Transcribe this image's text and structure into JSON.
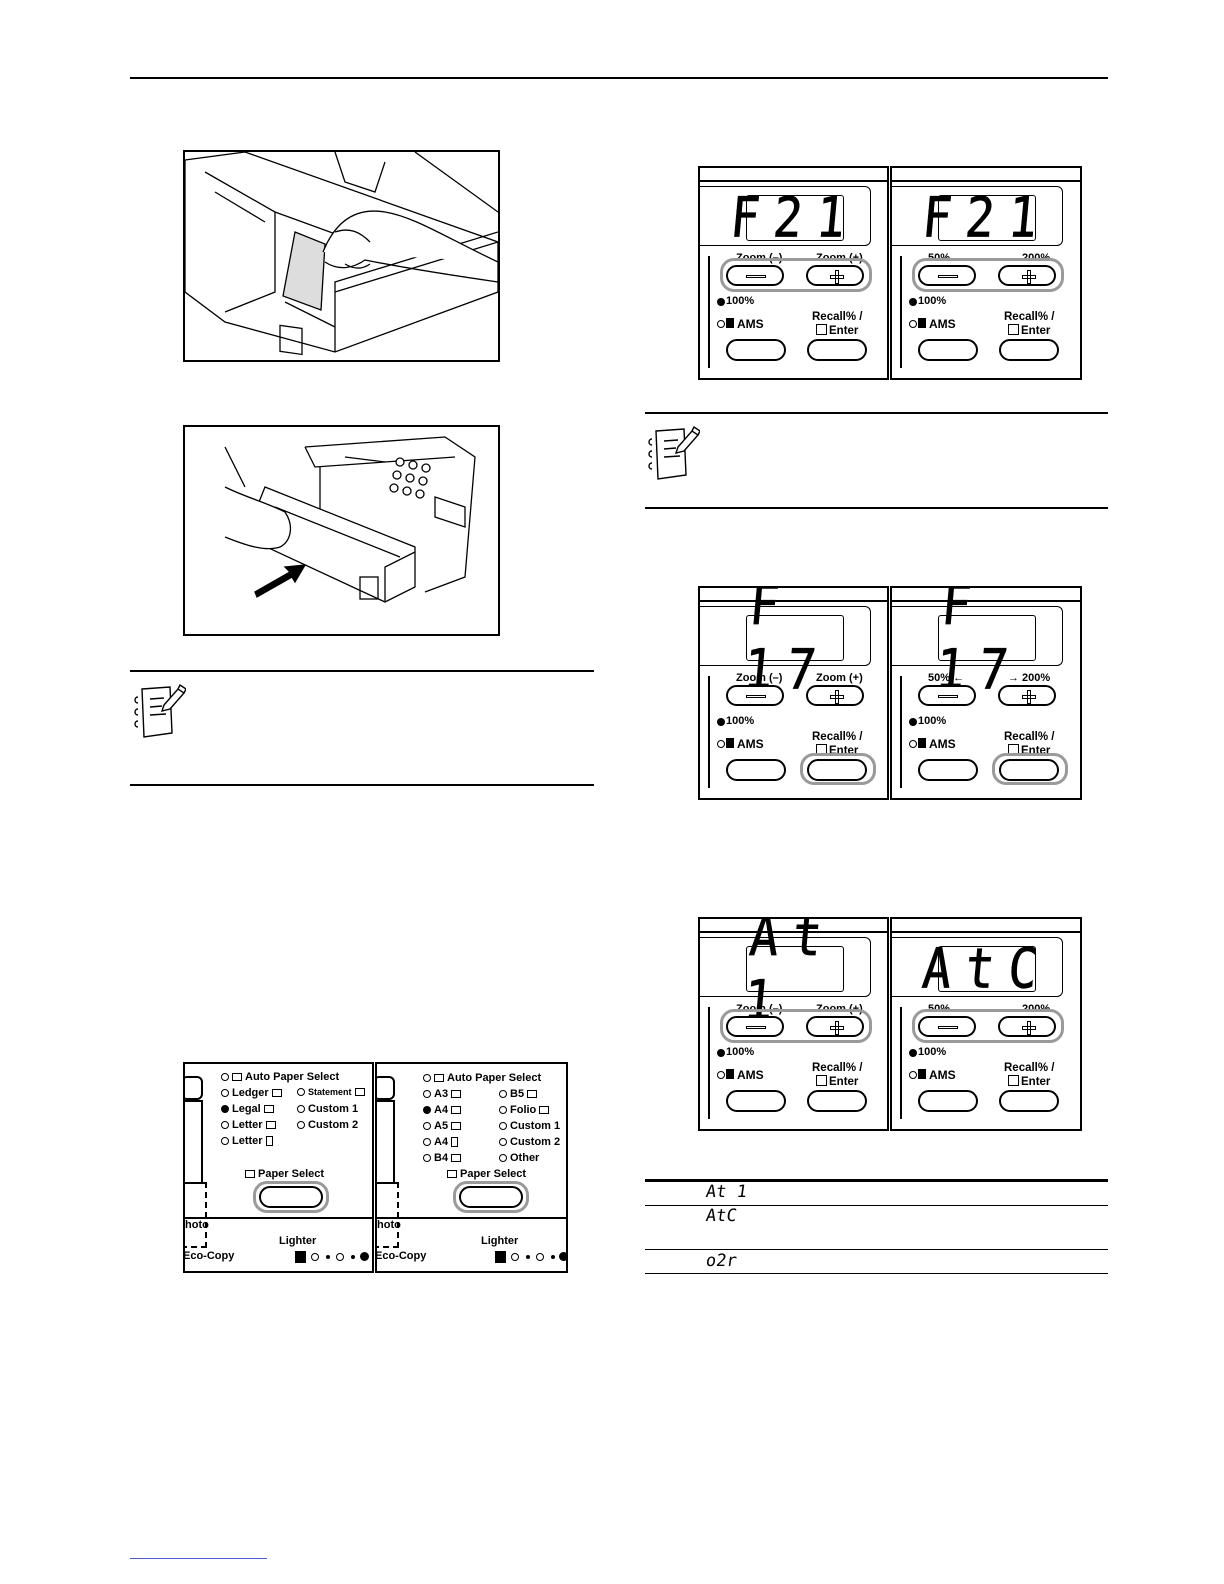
{
  "panels_f21": {
    "left": {
      "display": "F21",
      "zoom_minus": "Zoom (–)",
      "zoom_plus": "Zoom (+)",
      "preset": "100%",
      "ams": "AMS",
      "recall": "Recall% /",
      "enter": "Enter"
    },
    "right": {
      "display": "F21",
      "zoom_minus": "50% ←",
      "zoom_plus": "→ 200%",
      "preset": "100%",
      "ams": "AMS",
      "recall": "Recall% /",
      "enter": "Enter"
    }
  },
  "panels_f17": {
    "left": {
      "display": "F 17",
      "zoom_minus": "Zoom (–)",
      "zoom_plus": "Zoom (+)",
      "preset": "100%",
      "ams": "AMS",
      "recall": "Recall% /",
      "enter": "Enter"
    },
    "right": {
      "display": "F 17",
      "zoom_minus": "50% ←",
      "zoom_plus": "→ 200%",
      "preset": "100%",
      "ams": "AMS",
      "recall": "Recall% /",
      "enter": "Enter"
    }
  },
  "panels_at": {
    "left": {
      "display": "At 1",
      "zoom_minus": "Zoom (–)",
      "zoom_plus": "Zoom (+)",
      "preset": "100%",
      "ams": "AMS",
      "recall": "Recall% /",
      "enter": "Enter"
    },
    "right": {
      "display": "AtC",
      "zoom_minus": "50% ←",
      "zoom_plus": "→ 200%",
      "preset": "100%",
      "ams": "AMS",
      "recall": "Recall% /",
      "enter": "Enter"
    }
  },
  "paper_select": {
    "inch": {
      "auto": "Auto Paper Select",
      "items": [
        "Ledger",
        "Legal",
        "Letter",
        "Letter"
      ],
      "items_right": [
        "Statement",
        "Custom 1",
        "Custom 2"
      ],
      "button": "Paper Select",
      "photo": "hoto",
      "lighter": "Lighter",
      "eco": "Eco-Copy"
    },
    "metric": {
      "auto": "Auto Paper Select",
      "items": [
        "A3",
        "A4",
        "A5",
        "A4",
        "B4"
      ],
      "items_right": [
        "B5",
        "Folio",
        "Custom 1",
        "Custom 2",
        "Other"
      ],
      "button": "Paper Select",
      "photo": "hoto",
      "lighter": "Lighter",
      "eco": "Eco-Copy"
    }
  },
  "code_table": {
    "rows": [
      "At 1",
      "AtC",
      "o2r"
    ]
  }
}
